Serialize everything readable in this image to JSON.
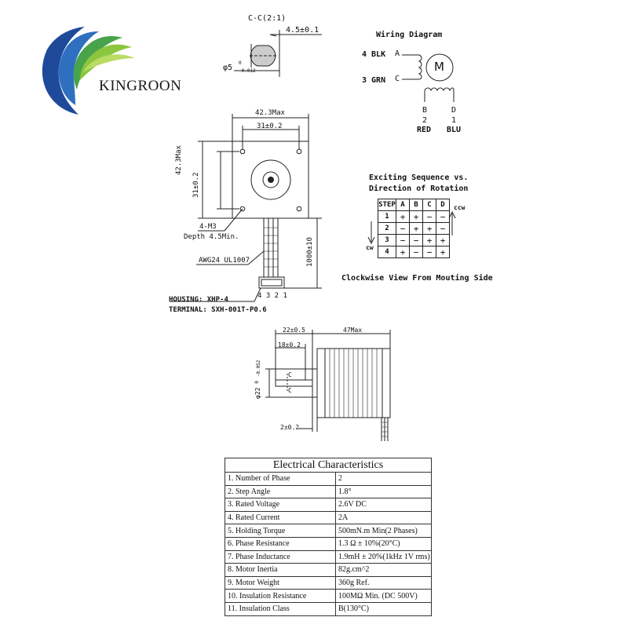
{
  "brand": {
    "name": "KINGROON"
  },
  "section_view": {
    "title": "C-C(2:1)",
    "width_dim": "4.5±0.1",
    "dia_dim_main": "φ5",
    "dia_tol_upper": "0",
    "dia_tol_lower": "-0.012"
  },
  "wiring": {
    "title": "Wiring Diagram",
    "left_wires": [
      {
        "text": "4 BLK",
        "pin": "A"
      },
      {
        "text": "3 GRN",
        "pin": "C"
      }
    ],
    "motor_symbol": "M",
    "bottom_pins": [
      {
        "pin": "B",
        "num": "2",
        "color": "RED"
      },
      {
        "pin": "D",
        "num": "1",
        "color": "BLU"
      }
    ]
  },
  "front_view": {
    "width_overall": "42.3Max",
    "hole_spacing": "31±0.2",
    "height_overall": "42.3Max",
    "hole_spacing_v": "31±0.2",
    "screw_spec": "4-M3",
    "screw_depth": "Depth 4.5Min.",
    "wire_spec": "AWG24 UL1007",
    "lead_length": "1000±10",
    "connector_pins": "4 3 2 1",
    "housing": "HOUSING: XHP-4",
    "terminal": "TERMINAL: SXH-001T-P0.6"
  },
  "sequence": {
    "title_line1": "Exciting Sequence vs.",
    "title_line2": "Direction of Rotation",
    "headers": [
      "STEP",
      "A",
      "B",
      "C",
      "D"
    ],
    "rows": [
      [
        "1",
        "+",
        "+",
        "−",
        "−"
      ],
      [
        "2",
        "−",
        "+",
        "+",
        "−"
      ],
      [
        "3",
        "−",
        "−",
        "+",
        "+"
      ],
      [
        "4",
        "+",
        "−",
        "−",
        "+"
      ]
    ],
    "ccw_label": "ccw",
    "cw_label": "cw",
    "caption": "Clockwise View From Mouting Side"
  },
  "side_view": {
    "shaft_length": "22±0.5",
    "flat_length": "18±0.2",
    "body_length": "47Max",
    "boss_dia_main": "φ22",
    "boss_dia_tol_upper": "0",
    "boss_dia_tol_lower": "-0.052",
    "boss_height": "2±0.2",
    "section_mark": "C"
  },
  "electrical": {
    "title": "Electrical Characteristics",
    "rows": [
      {
        "label": "1. Number of Phase",
        "value": "2"
      },
      {
        "label": "2. Step Angle",
        "value": "1.8°"
      },
      {
        "label": "3. Rated Voltage",
        "value": "2.6V DC"
      },
      {
        "label": "4. Rated Current",
        "value": "2A"
      },
      {
        "label": "5. Holding Torque",
        "value": "500mN.m Min(2 Phases)"
      },
      {
        "label": "6. Phase Resistance",
        "value": "1.3 Ω ± 10%(20°C)"
      },
      {
        "label": "7. Phase Inductance",
        "value": "1.9mH ± 20%(1kHz 1V rms)"
      },
      {
        "label": "8. Motor Inertia",
        "value": "82g.cm^2"
      },
      {
        "label": "9. Motor Weight",
        "value": "360g Ref."
      },
      {
        "label": "10. Insulation Resistance",
        "value": "100MΩ Min. (DC 500V)"
      },
      {
        "label": "11. Insulation Class",
        "value": "B(130°C)"
      }
    ]
  }
}
